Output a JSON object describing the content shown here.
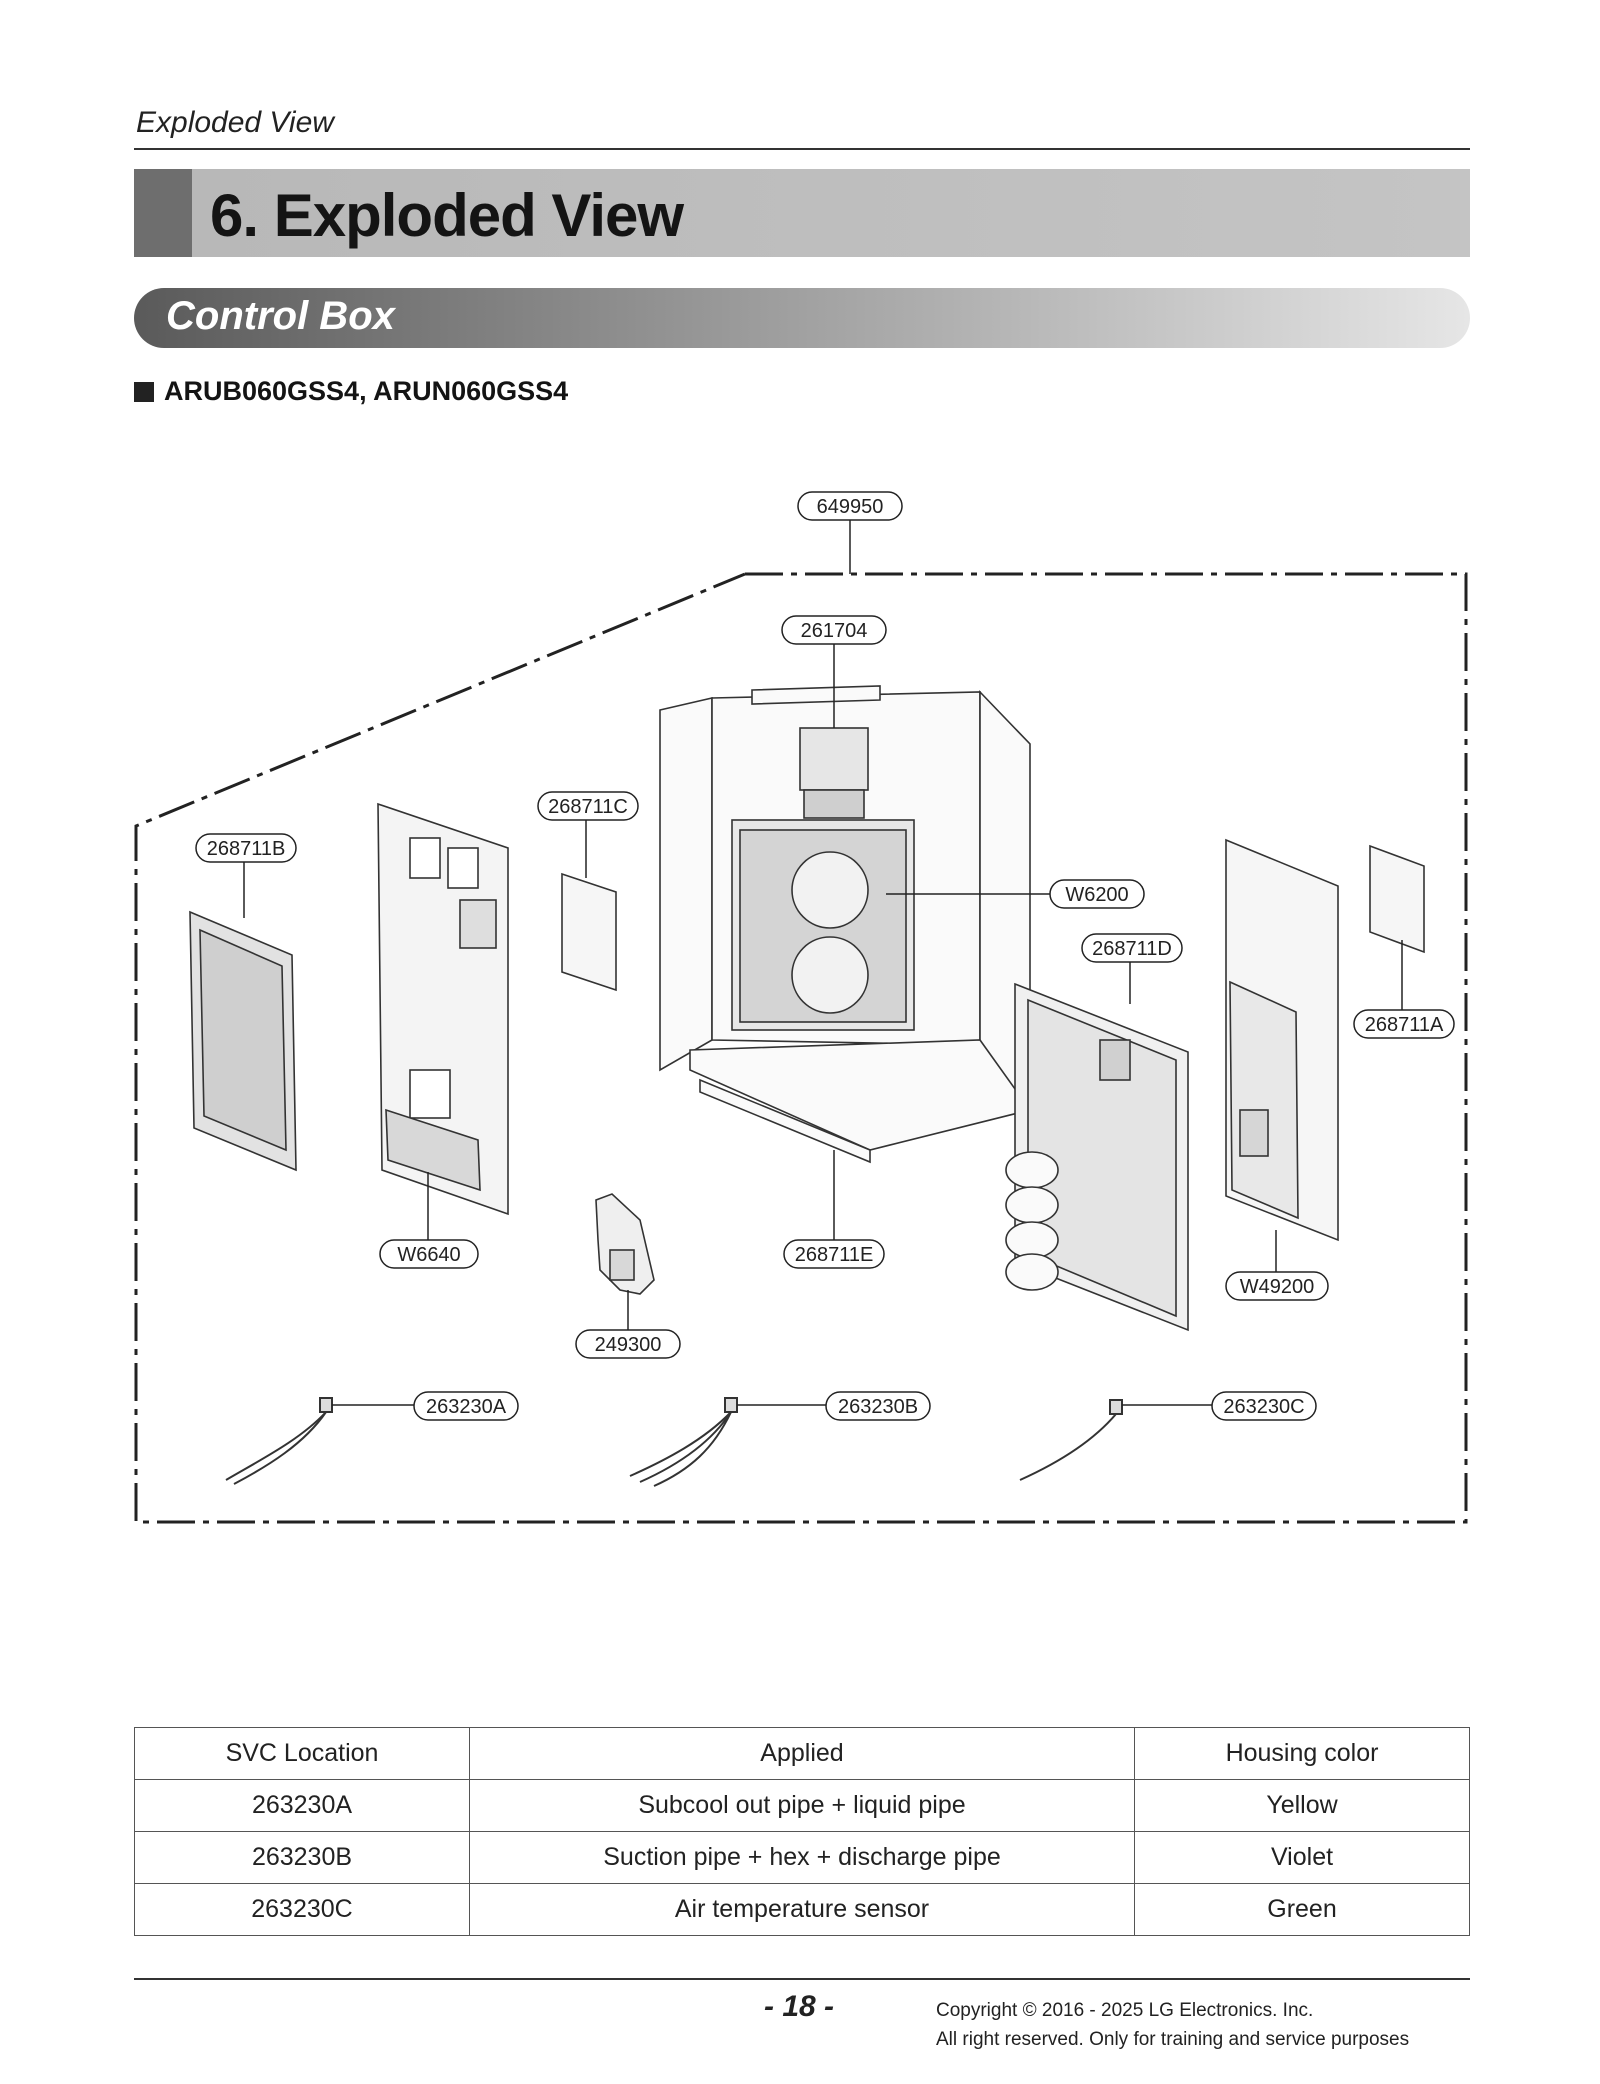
{
  "header": {
    "running_title": "Exploded View"
  },
  "title": "6. Exploded View",
  "section": "Control Box",
  "models": "ARUB060GSS4, ARUN060GSS4",
  "diagram": {
    "parts": {
      "p649950": "649950",
      "p261704": "261704",
      "p268711C": "268711C",
      "p268711B": "268711B",
      "pW6200": "W6200",
      "p268711D": "268711D",
      "p268711A": "268711A",
      "pW6640": "W6640",
      "p268711E": "268711E",
      "pW49200": "W49200",
      "p249300": "249300",
      "p263230A": "263230A",
      "p263230B": "263230B",
      "p263230C": "263230C"
    }
  },
  "table": {
    "headers": [
      "SVC Location",
      "Applied",
      "Housing color"
    ],
    "rows": [
      [
        "263230A",
        "Subcool out pipe + liquid pipe",
        "Yellow"
      ],
      [
        "263230B",
        "Suction pipe + hex + discharge pipe",
        "Violet"
      ],
      [
        "263230C",
        "Air temperature sensor",
        "Green"
      ]
    ]
  },
  "footer": {
    "page": "- 18 -",
    "copyright_line1": "Copyright © 2016 - 2025 LG Electronics. Inc.",
    "copyright_line2": "All right reserved. Only for training and service purposes"
  }
}
